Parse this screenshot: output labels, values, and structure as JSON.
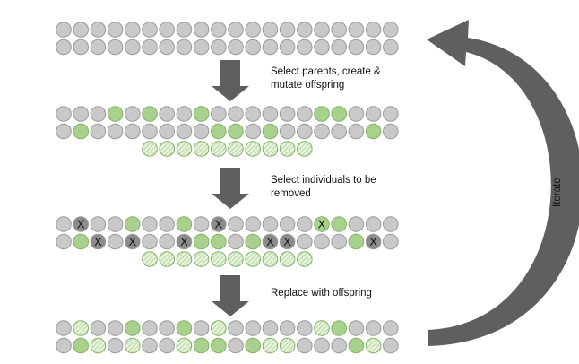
{
  "steps": [
    {
      "label": "Select parents, create &\nmutate offspring"
    },
    {
      "label": "Select individuals to be\nremoved"
    },
    {
      "label": "Replace with offspring"
    }
  ],
  "cycle_label": "Iterate",
  "colors": {
    "grey_fill": "#c9c9c9",
    "grey_stroke": "#9a9a9a",
    "green_fill": "#a9d18e",
    "green_stroke": "#82b366",
    "hatch_fill": "#e8f3df",
    "hatch_line": "#a9d18e",
    "dark_fill": "#8c8c8c",
    "arrow": "#5f5f5f"
  },
  "mark_symbol": "X",
  "populations": [
    {
      "name": "initial-population",
      "rows": [
        "GGGGGGGGGGGGGGGGGGGG",
        "GGGGGGGGGGGGGGGGGGGG"
      ]
    },
    {
      "name": "parents-and-offspring",
      "rows": [
        "GGGNGNGGNGGGGGGNNGGG",
        "GNGGGGGGGNNGNGGGGGNG",
        "     HHHHHHHHHH"
      ]
    },
    {
      "name": "removal-selection",
      "rows": [
        "GdGGNGGNGdGGGGGxNGGG",
        "GnDGdGGdNNGNddGGGndG",
        "     HHHHHHHHHH"
      ]
    },
    {
      "name": "new-population",
      "rows": [
        "GHGGNGGNGHGGGGGHNGGG",
        "GNHGHGGHNNGNHHGGGNHG"
      ]
    }
  ]
}
